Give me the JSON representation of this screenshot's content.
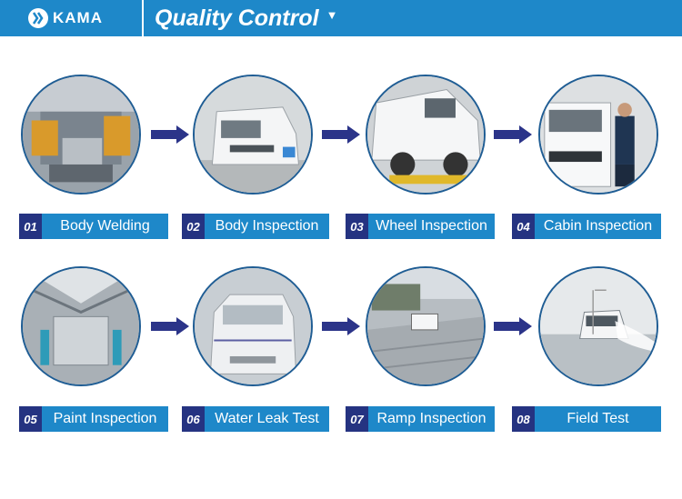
{
  "header": {
    "brand": "KAMA",
    "title": "Quality Control",
    "title_caret": "▼",
    "logo_icon": "kama-logo-icon"
  },
  "colors": {
    "header_blue": "#1e88c9",
    "number_navy": "#253381",
    "arrow_navy": "#2b3489",
    "circle_border": "#1f5d94"
  },
  "steps": [
    {
      "num": "01",
      "label": "Body Welding"
    },
    {
      "num": "02",
      "label": "Body Inspection"
    },
    {
      "num": "03",
      "label": "Wheel Inspection"
    },
    {
      "num": "04",
      "label": "Cabin Inspection"
    },
    {
      "num": "05",
      "label": "Paint Inspection"
    },
    {
      "num": "06",
      "label": "Water Leak Test"
    },
    {
      "num": "07",
      "label": "Ramp Inspection"
    },
    {
      "num": "08",
      "label": "Field Test"
    }
  ]
}
